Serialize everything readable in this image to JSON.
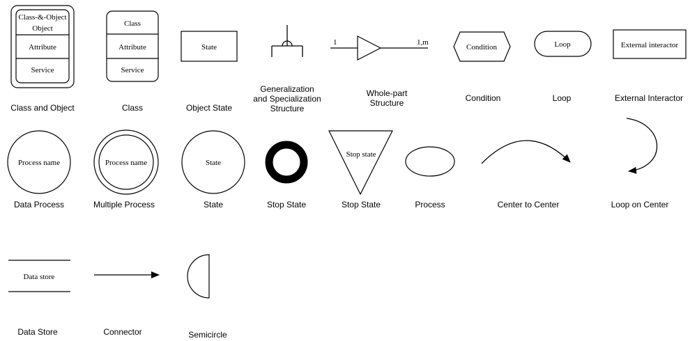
{
  "symbols": {
    "class_and_object": {
      "label": "Class and Object",
      "title": "Class-&-Object",
      "attribute": "Attribute",
      "service": "Service"
    },
    "class": {
      "label": "Class",
      "title": "Class",
      "attribute": "Attribute",
      "service": "Service"
    },
    "object_state": {
      "label": "Object State",
      "text": "State"
    },
    "generalization": {
      "label_line1": "Generalization",
      "label_line2": "and Specialization",
      "label_line3": "Structure"
    },
    "whole_part": {
      "label_line1": "Whole-part",
      "label_line2": "Structure",
      "left_mult": "1",
      "right_mult": "1,m"
    },
    "condition": {
      "label": "Condition",
      "text": "Condition"
    },
    "loop": {
      "label": "Loop",
      "text": "Loop"
    },
    "external_interactor": {
      "label": "External Interactor",
      "text": "External interactor"
    },
    "data_process": {
      "label": "Data Process",
      "text": "Process name"
    },
    "multiple_process": {
      "label": "Multiple Process",
      "text": "Process name"
    },
    "state": {
      "label": "State",
      "text": "State"
    },
    "stop_state_ring": {
      "label": "Stop State"
    },
    "stop_state_triangle": {
      "label": "Stop State",
      "text": "Stop state"
    },
    "process": {
      "label": "Process"
    },
    "center_to_center": {
      "label": "Center to Center"
    },
    "loop_on_center": {
      "label": "Loop on Center"
    },
    "data_store": {
      "label": "Data Store",
      "text": "Data store"
    },
    "connector": {
      "label": "Connector"
    },
    "semicircle": {
      "label": "Semicircle"
    }
  }
}
